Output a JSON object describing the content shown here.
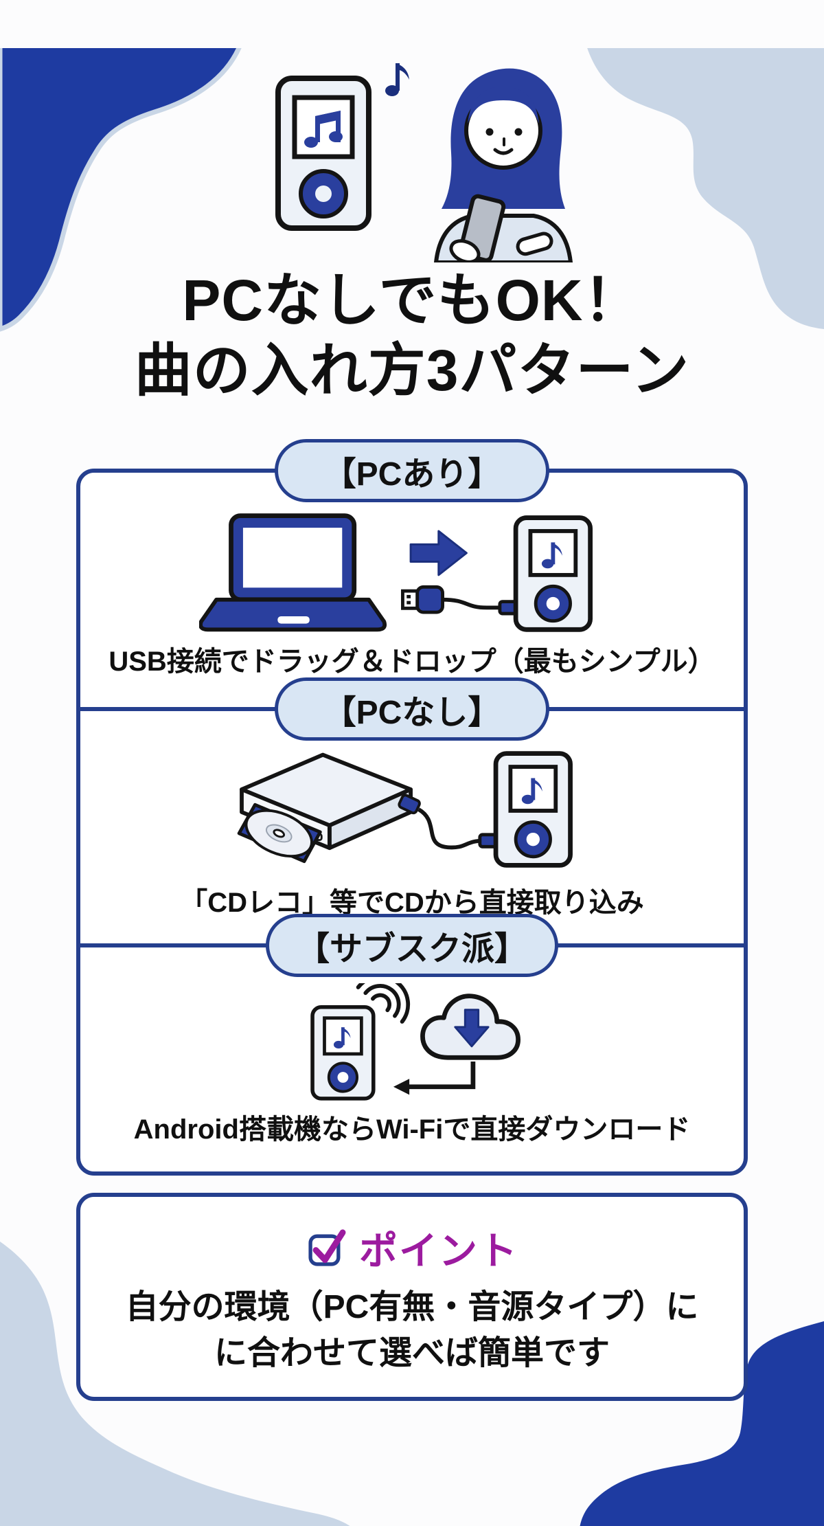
{
  "page": {
    "background_color": "#fcfcfd",
    "border_navy": "#253f8e",
    "blob_dark_blue": "#1e3ba1",
    "blob_light_blue": "#c9d6e6",
    "icon_blue": "#2a3f9e",
    "point_magenta": "#9c1b9f"
  },
  "hero": {
    "illustration": "mp3-player-and-woman-with-smartphone",
    "title_line1": "PCなしでもOK！",
    "title_line2": "曲の入れ方3パターン"
  },
  "sections": [
    {
      "label": "【PCあり】",
      "caption": "USB接続でドラッグ＆ドロップ（最もシンプル）",
      "icons": [
        "laptop-icon",
        "arrow-right-icon",
        "usb-cable-icon",
        "mp3-player-icon"
      ]
    },
    {
      "label": "【PCなし】",
      "caption": "「CDレコ」等でCDから直接取り込み",
      "icons": [
        "cd-drive-icon",
        "cable-icon",
        "mp3-player-icon"
      ]
    },
    {
      "label": "【サブスク派】",
      "caption": "Android搭載機ならWi-Fiで直接ダウンロード",
      "icons": [
        "mp3-player-icon",
        "wifi-icon",
        "cloud-download-icon",
        "return-arrow-icon"
      ]
    }
  ],
  "point": {
    "icon": "checkbox-checked-icon",
    "heading": "ポイント",
    "line1": "自分の環境（PC有無・音源タイプ）に",
    "line2": "に合わせて選べば簡単です"
  }
}
